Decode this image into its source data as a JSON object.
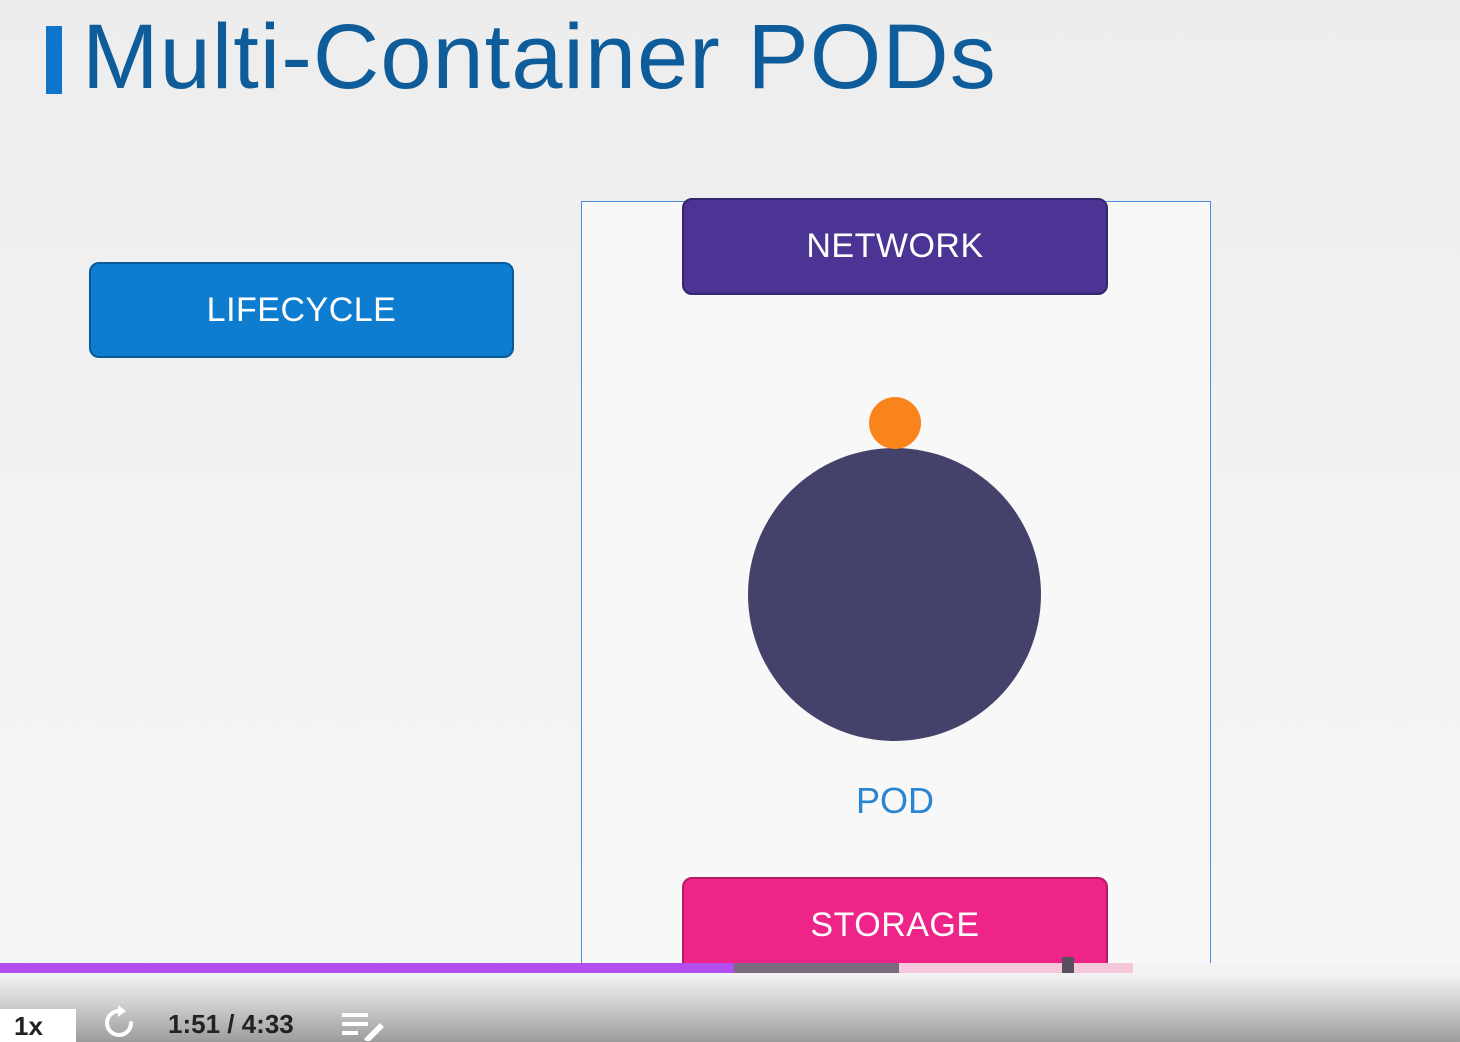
{
  "slide": {
    "title": "Multi-Container PODs",
    "lifecycle_label": "LIFECYCLE",
    "network_label": "NETWORK",
    "storage_label": "STORAGE",
    "pod_label": "POD",
    "colors": {
      "title": "#0e5d9a",
      "lifecycle": "#0e7ccf",
      "network": "#4b3494",
      "storage": "#ee2489",
      "pod_circle": "#44426a",
      "container_dot": "#fa841c"
    }
  },
  "player": {
    "speed_label": "1x",
    "time_display": "1:51 / 4:33",
    "progress_played": 0.503,
    "progress_buffered": 0.616,
    "replay_icon": "replay-icon",
    "notes_icon": "notes-icon",
    "accent_color": "#b24df0"
  }
}
